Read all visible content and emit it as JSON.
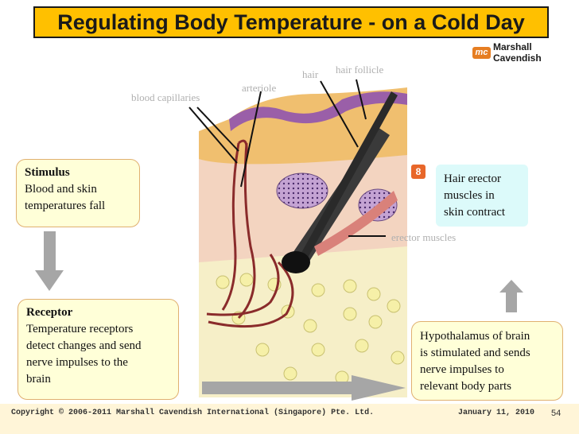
{
  "title": "Regulating Body Temperature - on a Cold Day",
  "logo": {
    "mark": "mc",
    "name": "Marshall Cavendish"
  },
  "labels": {
    "blood_capillaries": "blood capillaries",
    "arteriole": "arteriole",
    "hair": "hair",
    "hair_follicle": "hair follicle",
    "erector_muscles": "erector muscles"
  },
  "stimulus": {
    "heading": "Stimulus",
    "lines": [
      "Blood and skin",
      "temperatures fall"
    ]
  },
  "receptor": {
    "heading": "Receptor",
    "lines": [
      "Temperature receptors",
      "detect changes and send",
      "nerve impulses to the",
      "brain"
    ]
  },
  "hypothalamus": {
    "lines": [
      "Hypothalamus of brain",
      "is stimulated and sends",
      "nerve impulses to",
      "relevant body parts"
    ]
  },
  "effector": {
    "lines": [
      "Hair erector",
      "muscles in",
      "skin contract"
    ]
  },
  "badge": "8",
  "footer": {
    "copyright": "Copyright © 2006-2011 Marshall Cavendish International (Singapore) Pte. Ltd.",
    "date": "January 11, 2010",
    "page": "54"
  },
  "colors": {
    "title_bg": "#ffc000",
    "box_bg": "#ffffd8",
    "effector_bg": "#dcfafa",
    "arrow": "#a6a6a6"
  }
}
